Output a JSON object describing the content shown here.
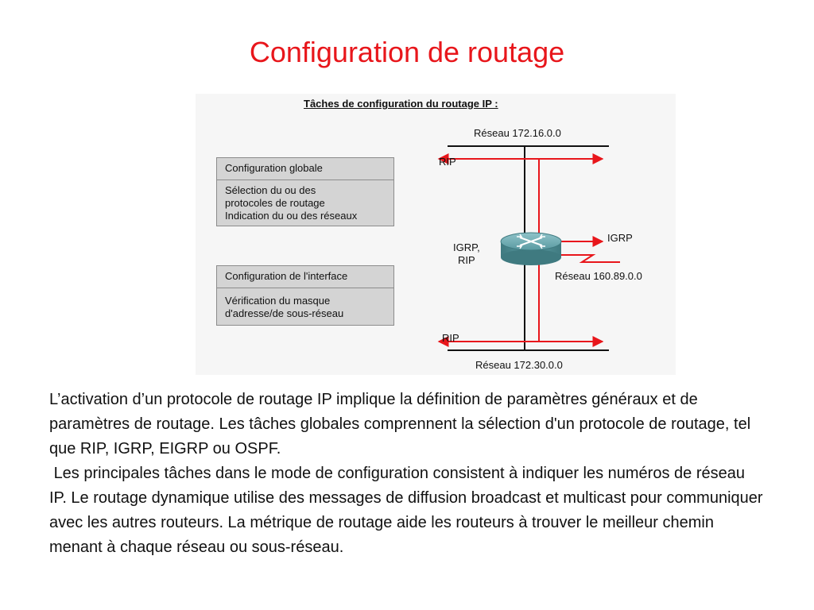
{
  "title": "Configuration de routage",
  "diagram": {
    "heading": "Tâches de configuration du routage IP :",
    "boxes": [
      {
        "header": "Configuration globale",
        "lines": [
          "Sélection du ou des",
          "protocoles de routage",
          "Indication du ou des réseaux"
        ]
      },
      {
        "header": "Configuration de l'interface",
        "lines": [
          "Vérification du masque",
          "d'adresse/de sous-réseau"
        ]
      }
    ],
    "networks": {
      "top": "Réseau 172.16.0.0",
      "right": "Réseau 160.89.0.0",
      "bottom": "Réseau 172.30.0.0"
    },
    "protocols": {
      "top_rip": "RIP",
      "router_left_1": "IGRP,",
      "router_left_2": "RIP",
      "right_igrp": "IGRP",
      "bottom_rip": "RIP"
    },
    "colors": {
      "arrow": "#e8161b",
      "line": "#111111",
      "router": "#4f8f96",
      "box": "#d4d4d4"
    }
  },
  "body": {
    "paragraph_1": "L’activation d’un protocole de routage IP implique la définition de paramètres généraux et de paramètres de routage. Les tâches globales comprennent la sélection d'un protocole de routage, tel que RIP, IGRP, EIGRP ou OSPF.",
    "paragraph_2": " Les principales tâches dans le mode de configuration consistent à indiquer les numéros de réseau IP. Le routage dynamique utilise des messages de diffusion broadcast et multicast pour communiquer avec les autres routeurs. La métrique de routage aide les routeurs à trouver le meilleur chemin menant à chaque réseau ou sous-réseau."
  }
}
